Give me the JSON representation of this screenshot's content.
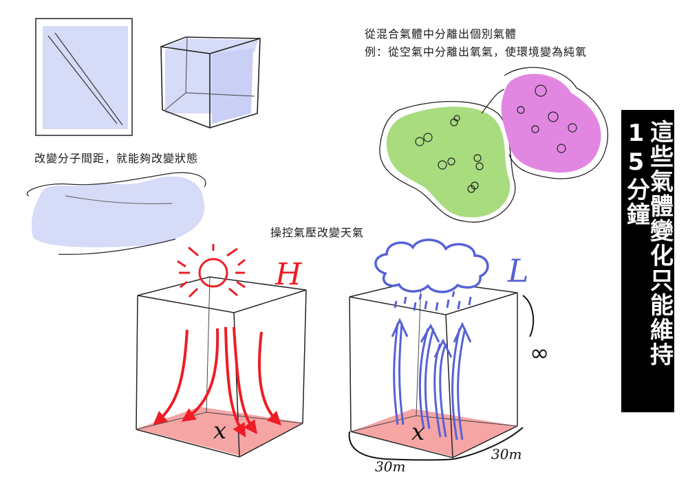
{
  "captions": {
    "separate_line1": "從混合氣體中分離出個別氣體",
    "separate_line2": "例：從空氣中分離出氧氣，使環境變為純氧",
    "spacing": "改變分子間距，就能夠改變狀態",
    "pressure": "操控氣壓改變天氣"
  },
  "side_note": "這些氣體變化只能維持15分鐘",
  "labels": {
    "high": "H",
    "low": "L",
    "infinity": "∞",
    "dim_left": "30m",
    "dim_right": "30m",
    "center_mark_left": "x",
    "center_mark_right": "x"
  },
  "colors": {
    "lavender": "#d6dbf7",
    "green": "#a8dc7f",
    "pink": "#e187e2",
    "red": "#ee1c24",
    "blue": "#5561d6",
    "floor": "#f6a5a5"
  }
}
